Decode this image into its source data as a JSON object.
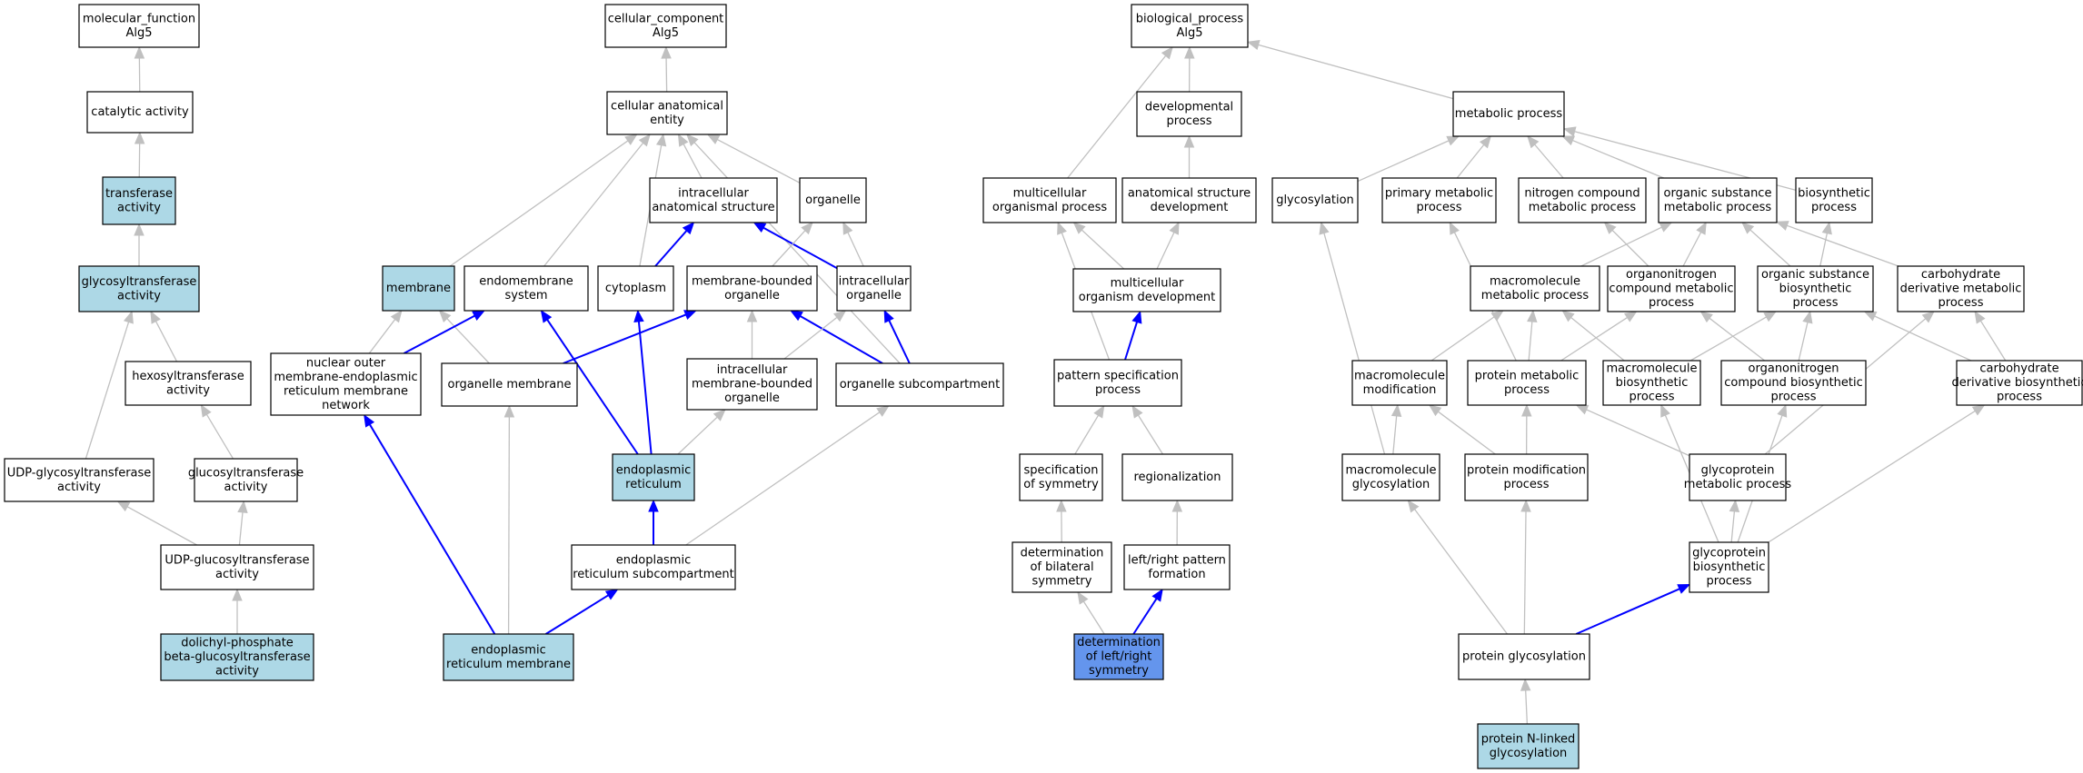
{
  "colors": {
    "plain": "#ffffff",
    "annotated": "#add8e6",
    "focus": "#6495ed",
    "edge_gray": "#c0c0c0",
    "edge_blue": "#0000ff",
    "border": "#000000"
  },
  "nodes": {
    "mf_root": {
      "lines": [
        "molecular_function",
        "Alg5"
      ],
      "color": "plain"
    },
    "catalytic": {
      "lines": [
        "catalytic activity"
      ],
      "color": "plain"
    },
    "transferase": {
      "lines": [
        "transferase",
        "activity"
      ],
      "color": "annotated"
    },
    "glycosyltransferase": {
      "lines": [
        "glycosyltransferase",
        "activity"
      ],
      "color": "annotated"
    },
    "hexosyltransferase": {
      "lines": [
        "hexosyltransferase",
        "activity"
      ],
      "color": "plain"
    },
    "udp_glycosyl": {
      "lines": [
        "UDP-glycosyltransferase",
        "activity"
      ],
      "color": "plain"
    },
    "glucosyltransferase": {
      "lines": [
        "glucosyltransferase",
        "activity"
      ],
      "color": "plain"
    },
    "udp_glucosyl": {
      "lines": [
        "UDP-glucosyltransferase",
        "activity"
      ],
      "color": "plain"
    },
    "dolichyl": {
      "lines": [
        "dolichyl-phosphate",
        "beta-glucosyltransferase",
        "activity"
      ],
      "color": "annotated"
    },
    "cc_root": {
      "lines": [
        "cellular_component",
        "Alg5"
      ],
      "color": "plain"
    },
    "cell_anat": {
      "lines": [
        "cellular anatomical",
        "entity"
      ],
      "color": "plain"
    },
    "intracell_anat": {
      "lines": [
        "intracellular",
        "anatomical structure"
      ],
      "color": "plain"
    },
    "organelle": {
      "lines": [
        "organelle"
      ],
      "color": "plain"
    },
    "membrane": {
      "lines": [
        "membrane"
      ],
      "color": "annotated"
    },
    "endomembrane": {
      "lines": [
        "endomembrane",
        "system"
      ],
      "color": "plain"
    },
    "cytoplasm": {
      "lines": [
        "cytoplasm"
      ],
      "color": "plain"
    },
    "mb_organelle": {
      "lines": [
        "membrane-bounded",
        "organelle"
      ],
      "color": "plain"
    },
    "intracell_organelle": {
      "lines": [
        "intracellular",
        "organelle"
      ],
      "color": "plain"
    },
    "nuclear_outer": {
      "lines": [
        "nuclear outer",
        "membrane-endoplasmic",
        "reticulum membrane",
        "network"
      ],
      "color": "plain"
    },
    "organelle_membrane": {
      "lines": [
        "organelle membrane"
      ],
      "color": "plain"
    },
    "intracell_mb_organelle": {
      "lines": [
        "intracellular",
        "membrane-bounded",
        "organelle"
      ],
      "color": "plain"
    },
    "organelle_subcomp": {
      "lines": [
        "organelle subcompartment"
      ],
      "color": "plain"
    },
    "er": {
      "lines": [
        "endoplasmic",
        "reticulum"
      ],
      "color": "annotated"
    },
    "er_subcomp": {
      "lines": [
        "endoplasmic",
        "reticulum subcompartment"
      ],
      "color": "plain"
    },
    "er_membrane": {
      "lines": [
        "endoplasmic",
        "reticulum membrane"
      ],
      "color": "annotated"
    },
    "bp_root": {
      "lines": [
        "biological_process",
        "Alg5"
      ],
      "color": "plain"
    },
    "developmental": {
      "lines": [
        "developmental",
        "process"
      ],
      "color": "plain"
    },
    "metabolic": {
      "lines": [
        "metabolic process"
      ],
      "color": "plain"
    },
    "multicell_org": {
      "lines": [
        "multicellular",
        "organismal process"
      ],
      "color": "plain"
    },
    "anat_dev": {
      "lines": [
        "anatomical structure",
        "development"
      ],
      "color": "plain"
    },
    "glycosylation": {
      "lines": [
        "glycosylation"
      ],
      "color": "plain"
    },
    "primary_met": {
      "lines": [
        "primary metabolic",
        "process"
      ],
      "color": "plain"
    },
    "nitrogen_met": {
      "lines": [
        "nitrogen compound",
        "metabolic process"
      ],
      "color": "plain"
    },
    "organic_met": {
      "lines": [
        "organic substance",
        "metabolic process"
      ],
      "color": "plain"
    },
    "biosynthetic": {
      "lines": [
        "biosynthetic",
        "process"
      ],
      "color": "plain"
    },
    "multicell_dev": {
      "lines": [
        "multicellular",
        "organism development"
      ],
      "color": "plain"
    },
    "macro_met": {
      "lines": [
        "macromolecule",
        "metabolic process"
      ],
      "color": "plain"
    },
    "orgN_met": {
      "lines": [
        "organonitrogen",
        "compound metabolic",
        "process"
      ],
      "color": "plain"
    },
    "organic_bio": {
      "lines": [
        "organic substance",
        "biosynthetic",
        "process"
      ],
      "color": "plain"
    },
    "carb_met": {
      "lines": [
        "carbohydrate",
        "derivative metabolic",
        "process"
      ],
      "color": "plain"
    },
    "pattern_spec": {
      "lines": [
        "pattern specification",
        "process"
      ],
      "color": "plain"
    },
    "macro_mod": {
      "lines": [
        "macromolecule",
        "modification"
      ],
      "color": "plain"
    },
    "protein_met": {
      "lines": [
        "protein metabolic",
        "process"
      ],
      "color": "plain"
    },
    "macro_bio": {
      "lines": [
        "macromolecule",
        "biosynthetic",
        "process"
      ],
      "color": "plain"
    },
    "orgN_bio": {
      "lines": [
        "organonitrogen",
        "compound biosynthetic",
        "process"
      ],
      "color": "plain"
    },
    "carb_bio": {
      "lines": [
        "carbohydrate",
        "derivative biosynthetic",
        "process"
      ],
      "color": "plain"
    },
    "spec_sym": {
      "lines": [
        "specification",
        "of symmetry"
      ],
      "color": "plain"
    },
    "regionalization": {
      "lines": [
        "regionalization"
      ],
      "color": "plain"
    },
    "macro_glyco": {
      "lines": [
        "macromolecule",
        "glycosylation"
      ],
      "color": "plain"
    },
    "protein_mod": {
      "lines": [
        "protein modification",
        "process"
      ],
      "color": "plain"
    },
    "glycoprotein_met": {
      "lines": [
        "glycoprotein",
        "metabolic process"
      ],
      "color": "plain"
    },
    "det_bilateral": {
      "lines": [
        "determination",
        "of bilateral",
        "symmetry"
      ],
      "color": "plain"
    },
    "lr_pattern": {
      "lines": [
        "left/right pattern",
        "formation"
      ],
      "color": "plain"
    },
    "glycoprotein_bio": {
      "lines": [
        "glycoprotein",
        "biosynthetic",
        "process"
      ],
      "color": "plain"
    },
    "det_lr": {
      "lines": [
        "determination",
        "of left/right",
        "symmetry"
      ],
      "color": "focus"
    },
    "protein_glyco": {
      "lines": [
        "protein glycosylation"
      ],
      "color": "plain"
    },
    "protein_n_glyco": {
      "lines": [
        "protein N-linked",
        "glycosylation"
      ],
      "color": "annotated"
    }
  },
  "edges": [
    [
      "catalytic",
      "mf_root",
      "gray"
    ],
    [
      "transferase",
      "catalytic",
      "gray"
    ],
    [
      "glycosyltransferase",
      "transferase",
      "gray"
    ],
    [
      "hexosyltransferase",
      "glycosyltransferase",
      "gray"
    ],
    [
      "udp_glycosyl",
      "glycosyltransferase",
      "gray"
    ],
    [
      "glucosyltransferase",
      "hexosyltransferase",
      "gray"
    ],
    [
      "udp_glucosyl",
      "udp_glycosyl",
      "gray"
    ],
    [
      "udp_glucosyl",
      "glucosyltransferase",
      "gray"
    ],
    [
      "dolichyl",
      "udp_glucosyl",
      "gray"
    ],
    [
      "cell_anat",
      "cc_root",
      "gray"
    ],
    [
      "intracell_anat",
      "cell_anat",
      "gray"
    ],
    [
      "organelle",
      "cell_anat",
      "gray"
    ],
    [
      "membrane",
      "cell_anat",
      "gray"
    ],
    [
      "endomembrane",
      "cell_anat",
      "gray"
    ],
    [
      "cytoplasm",
      "cell_anat",
      "gray"
    ],
    [
      "organelle_subcomp",
      "cell_anat",
      "gray"
    ],
    [
      "cytoplasm",
      "intracell_anat",
      "blue"
    ],
    [
      "intracell_organelle",
      "intracell_anat",
      "blue"
    ],
    [
      "mb_organelle",
      "organelle",
      "gray"
    ],
    [
      "intracell_organelle",
      "organelle",
      "gray"
    ],
    [
      "nuclear_outer",
      "membrane",
      "gray"
    ],
    [
      "organelle_membrane",
      "membrane",
      "gray"
    ],
    [
      "nuclear_outer",
      "endomembrane",
      "blue"
    ],
    [
      "er",
      "endomembrane",
      "blue"
    ],
    [
      "er",
      "cytoplasm",
      "blue"
    ],
    [
      "organelle_membrane",
      "mb_organelle",
      "blue"
    ],
    [
      "intracell_mb_organelle",
      "mb_organelle",
      "gray"
    ],
    [
      "organelle_subcomp",
      "mb_organelle",
      "blue"
    ],
    [
      "intracell_mb_organelle",
      "intracell_organelle",
      "gray"
    ],
    [
      "organelle_subcomp",
      "intracell_organelle",
      "blue"
    ],
    [
      "er",
      "intracell_mb_organelle",
      "gray"
    ],
    [
      "er_subcomp",
      "er",
      "blue"
    ],
    [
      "er_subcomp",
      "organelle_subcomp",
      "gray"
    ],
    [
      "er_membrane",
      "nuclear_outer",
      "blue"
    ],
    [
      "er_membrane",
      "organelle_membrane",
      "gray"
    ],
    [
      "er_membrane",
      "er_subcomp",
      "blue"
    ],
    [
      "developmental",
      "bp_root",
      "gray"
    ],
    [
      "metabolic",
      "bp_root",
      "gray"
    ],
    [
      "multicell_org",
      "bp_root",
      "gray"
    ],
    [
      "anat_dev",
      "developmental",
      "gray"
    ],
    [
      "glycosylation",
      "metabolic",
      "gray"
    ],
    [
      "primary_met",
      "metabolic",
      "gray"
    ],
    [
      "nitrogen_met",
      "metabolic",
      "gray"
    ],
    [
      "organic_met",
      "metabolic",
      "gray"
    ],
    [
      "biosynthetic",
      "metabolic",
      "gray"
    ],
    [
      "multicell_dev",
      "multicell_org",
      "gray"
    ],
    [
      "multicell_dev",
      "anat_dev",
      "gray"
    ],
    [
      "pattern_spec",
      "multicell_org",
      "gray"
    ],
    [
      "pattern_spec",
      "multicell_dev",
      "blue"
    ],
    [
      "spec_sym",
      "pattern_spec",
      "gray"
    ],
    [
      "regionalization",
      "pattern_spec",
      "gray"
    ],
    [
      "det_bilateral",
      "spec_sym",
      "gray"
    ],
    [
      "lr_pattern",
      "regionalization",
      "gray"
    ],
    [
      "det_lr",
      "det_bilateral",
      "gray"
    ],
    [
      "det_lr",
      "lr_pattern",
      "blue"
    ],
    [
      "macro_met",
      "organic_met",
      "gray"
    ],
    [
      "orgN_met",
      "organic_met",
      "gray"
    ],
    [
      "orgN_met",
      "nitrogen_met",
      "gray"
    ],
    [
      "organic_bio",
      "organic_met",
      "gray"
    ],
    [
      "organic_bio",
      "biosynthetic",
      "gray"
    ],
    [
      "carb_met",
      "organic_met",
      "gray"
    ],
    [
      "macro_mod",
      "macro_met",
      "gray"
    ],
    [
      "protein_met",
      "macro_met",
      "gray"
    ],
    [
      "protein_met",
      "primary_met",
      "gray"
    ],
    [
      "protein_met",
      "orgN_met",
      "gray"
    ],
    [
      "macro_bio",
      "macro_met",
      "gray"
    ],
    [
      "macro_bio",
      "organic_bio",
      "gray"
    ],
    [
      "orgN_bio",
      "orgN_met",
      "gray"
    ],
    [
      "orgN_bio",
      "organic_bio",
      "gray"
    ],
    [
      "carb_bio",
      "carb_met",
      "gray"
    ],
    [
      "carb_bio",
      "organic_bio",
      "gray"
    ],
    [
      "macro_glyco",
      "glycosylation",
      "gray"
    ],
    [
      "macro_glyco",
      "macro_mod",
      "gray"
    ],
    [
      "protein_mod",
      "macro_mod",
      "gray"
    ],
    [
      "protein_mod",
      "protein_met",
      "gray"
    ],
    [
      "glycoprotein_met",
      "protein_met",
      "gray"
    ],
    [
      "glycoprotein_met",
      "carb_met",
      "gray"
    ],
    [
      "glycoprotein_bio",
      "glycoprotein_met",
      "gray"
    ],
    [
      "glycoprotein_bio",
      "macro_bio",
      "gray"
    ],
    [
      "glycoprotein_bio",
      "orgN_bio",
      "gray"
    ],
    [
      "glycoprotein_bio",
      "carb_bio",
      "gray"
    ],
    [
      "protein_glyco",
      "macro_glyco",
      "gray"
    ],
    [
      "protein_glyco",
      "protein_mod",
      "gray"
    ],
    [
      "protein_glyco",
      "glycoprotein_bio",
      "blue"
    ],
    [
      "protein_n_glyco",
      "protein_glyco",
      "gray"
    ]
  ]
}
